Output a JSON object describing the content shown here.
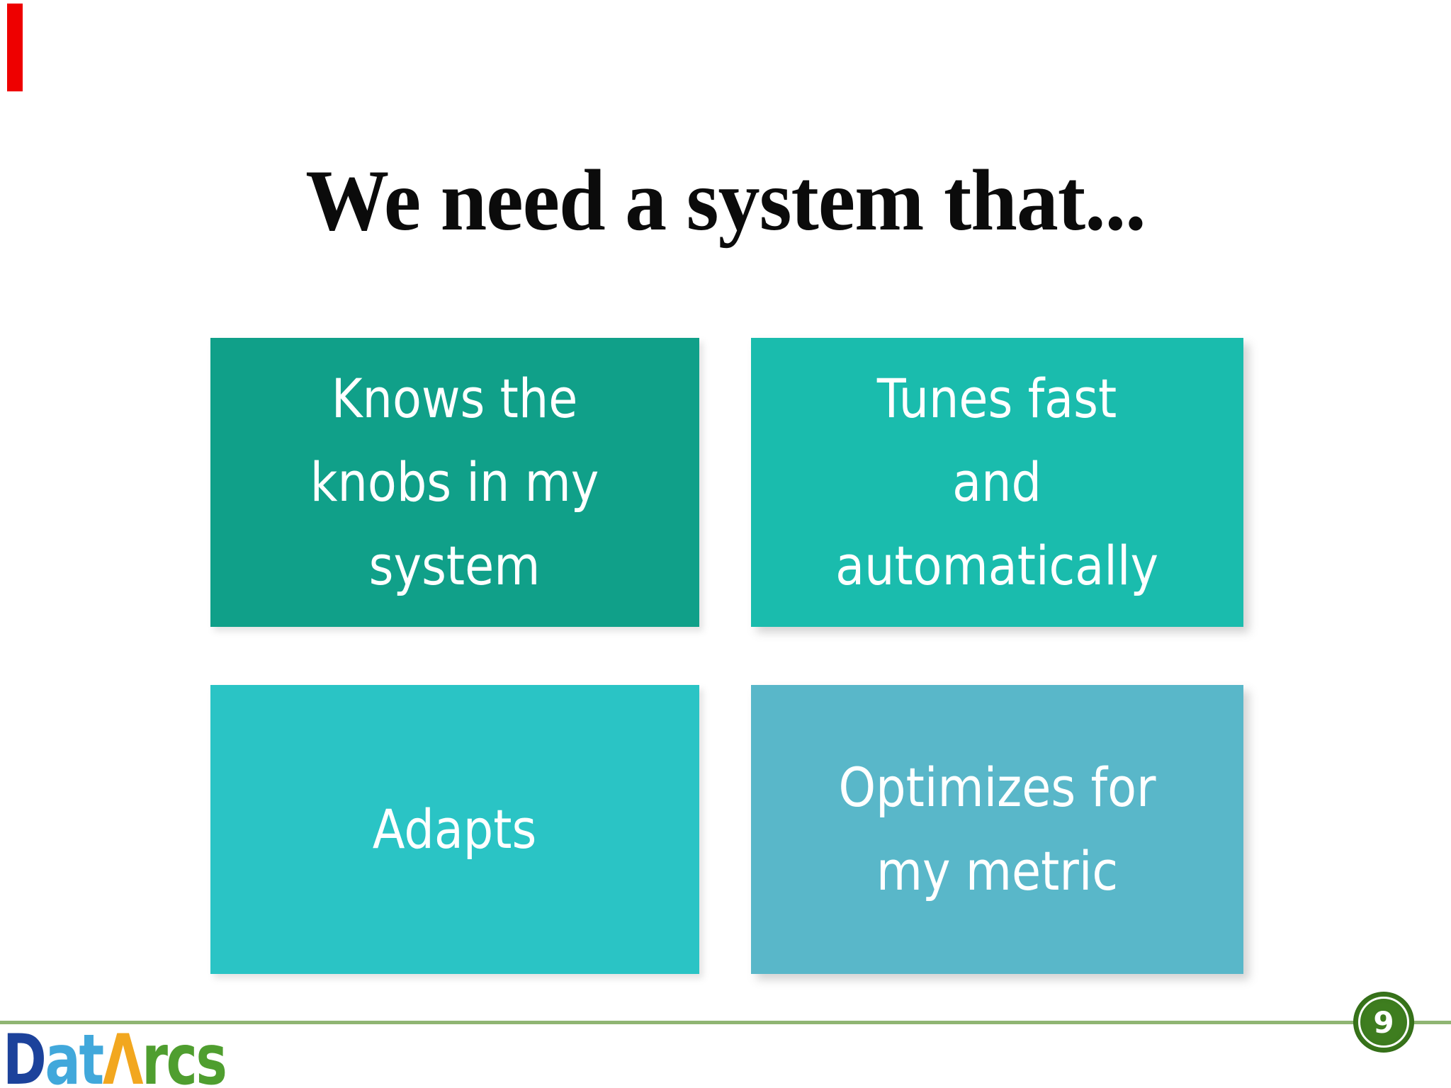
{
  "slide": {
    "title": "We need a system that...",
    "page_number": "9",
    "red_marker_color": "#ee0000",
    "footer_line_color": "#8fb573",
    "page_badge_color": "#3e7d1f",
    "page_badge_ring_color": "#ffffff",
    "title_color": "#0b0b0b",
    "background_color": "#ffffff"
  },
  "boxes": [
    {
      "id": "knows-knobs",
      "label": "Knows the\nknobs in my\nsystem",
      "color": "#10a089",
      "text_color": "#ffffff"
    },
    {
      "id": "tunes-fast",
      "label": "Tunes fast\nand\nautomatically",
      "color": "#1abcad",
      "text_color": "#ffffff"
    },
    {
      "id": "adapts",
      "label": "Adapts",
      "color": "#2ac4c5",
      "text_color": "#ffffff"
    },
    {
      "id": "optimizes",
      "label": "Optimizes for\nmy metric",
      "color": "#59b7c9",
      "text_color": "#ffffff"
    }
  ],
  "logo": {
    "part_d": "D",
    "part_at": "at",
    "part_a": "Λ",
    "part_rcs": "rcs",
    "full_name": "DatArcs",
    "colors": {
      "d": "#1c429b",
      "at": "#41a8db",
      "a": "#f2a71f",
      "rcs": "#4f9e2f"
    }
  }
}
